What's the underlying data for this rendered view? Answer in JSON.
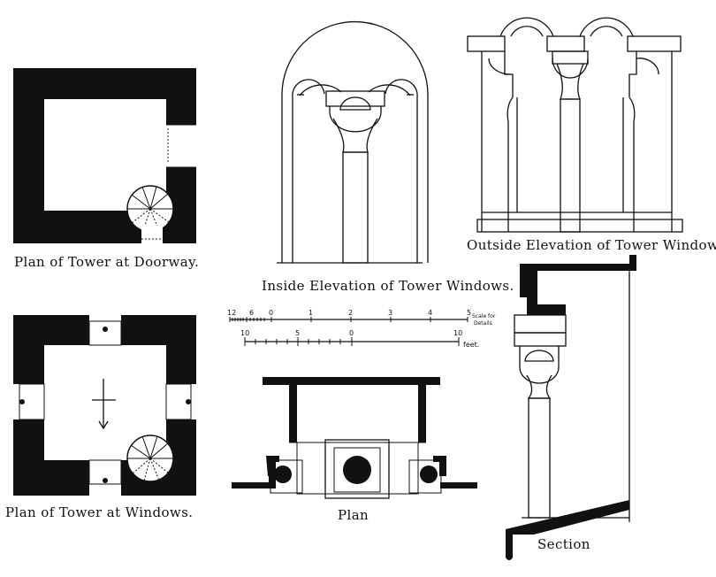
{
  "captions": {
    "plan_doorway": "Plan of Tower at Doorway.",
    "plan_windows": "Plan of Tower at Windows.",
    "inside_elevation": "Inside Elevation of Tower Windows.",
    "outside_elevation": "Outside Elevation of Tower Windows.",
    "plan": "Plan",
    "section": "Section"
  },
  "scale": {
    "top_ticks": [
      "12",
      "6",
      "0",
      "1",
      "2",
      "3",
      "4",
      "5"
    ],
    "bottom_ticks": [
      "10",
      "5",
      "0",
      "10"
    ],
    "details_note_line1": "Scale for",
    "details_note_line2": "Details",
    "unit": "feet."
  }
}
